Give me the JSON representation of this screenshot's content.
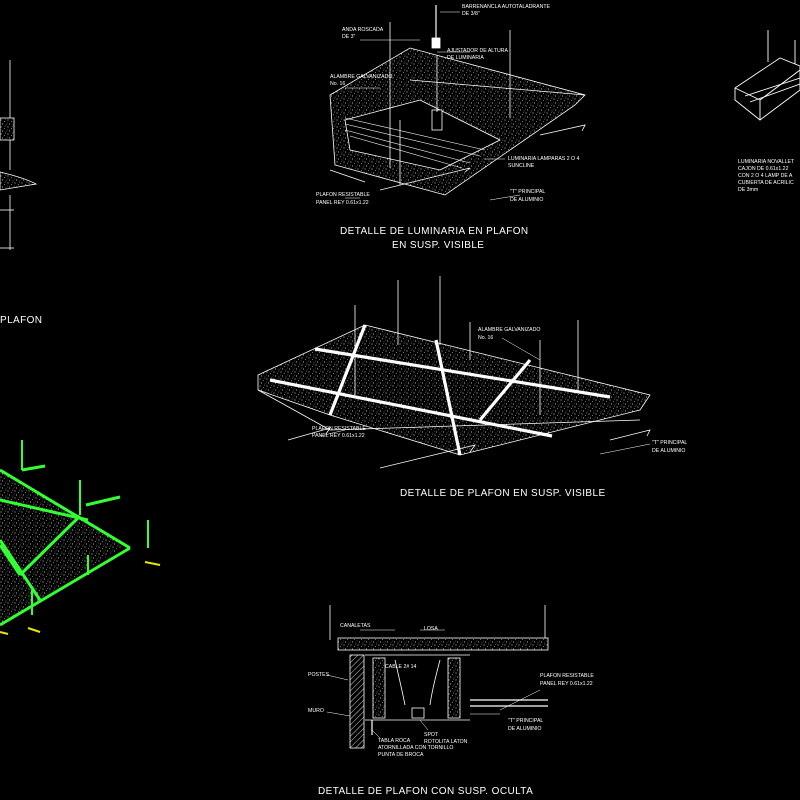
{
  "titles": {
    "luminaria": "DETALLE DE LUMINARIA EN PLAFON",
    "luminaria_2": "EN SUSP. VISIBLE",
    "plafon_visible": "DETALLE DE PLAFON EN SUSP. VISIBLE",
    "plafon_oculta": "DETALLE DE PLAFON CON SUSP. OCULTA",
    "plafon_left": "PLAFON"
  },
  "labels": {
    "barrenancla": "BARRENANCLA AUTOTALADRANTE",
    "barrenancla_2": "DE 3/8\"",
    "anda_roscada": "ANDA ROSCADA",
    "anda_roscada_2": "DE 3\"",
    "ajustador": "AJUSTADOR DE ALTURA",
    "ajustador_2": "DE LUMINARIA",
    "alambre_1": "ALAMBRE GALVANIZADO",
    "alambre_1b": "No. 16",
    "luminaria_lampara": "LUMINARIA LAMPARAS 2 O 4",
    "luminaria_lampara_2": "SUNCLINE",
    "plafon_res_1": "PLAFON RESISTABLE",
    "plafon_res_1b": "PANEL REY 0.61x1.22",
    "t_principal_1": "\"T\" PRINCIPAL",
    "t_principal_1b": "DE ALUMINIO",
    "luminaria_right_1": "LUMINARIA NOVALLET",
    "luminaria_right_2": "CAJON DE 0.61x1.22",
    "luminaria_right_3": "CON 2 O 4 LAMP DE A",
    "luminaria_right_4": "CUBIERTA DE ACRILIC",
    "luminaria_right_5": "DE 3mm",
    "alambre_2": "ALAMBRE GALVANIZADO",
    "alambre_2b": "No. 16",
    "plafon_res_2": "PLAFON RESISTABLE",
    "plafon_res_2b": "PANEL REY 0.61x1.22",
    "t_principal_2": "\"T\" PRINCIPAL",
    "t_principal_2b": "DE ALUMINIO",
    "canaletas": "CANALETAS",
    "losa": "LOSA",
    "cable": "CABLE 2# 14",
    "postes": "POSTES",
    "muro": "MURO",
    "plafon_res_3": "PLAFON RESISTABLE",
    "plafon_res_3b": "PANEL REY 0.61x1.22",
    "t_principal_3": "\"T\" PRINCIPAL",
    "t_principal_3b": "DE ALUMINIO",
    "spot": "SPOT",
    "spot_2": "ROTOLITA LATON",
    "tabla_roca": "TABLA ROCA",
    "tabla_roca_2": "ATORNILLADA CON TORNILLO",
    "tabla_roca_3": "PUNTA DE BROCA"
  },
  "colors": {
    "background": "#000000",
    "lines": "#ffffff",
    "grid_green": "#33ff33",
    "tip_yellow": "#e6e600"
  }
}
